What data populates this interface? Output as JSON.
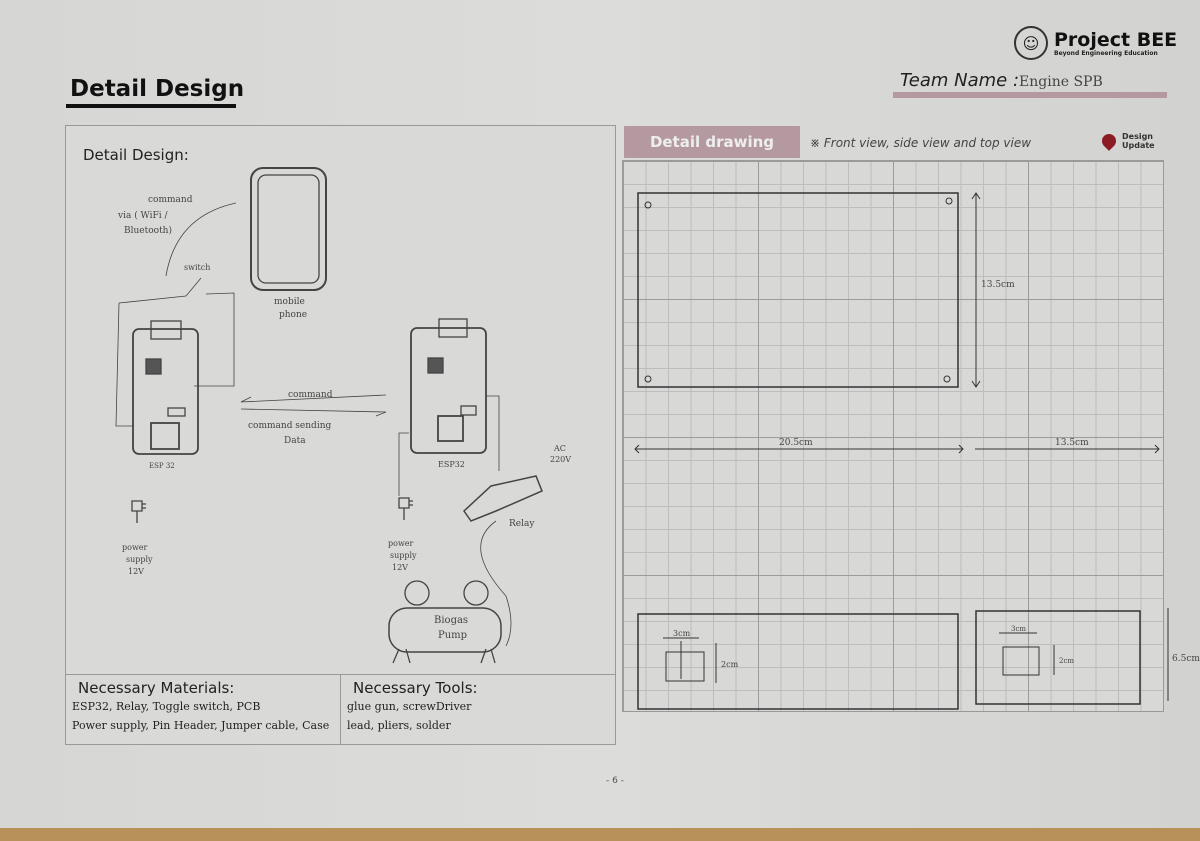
{
  "header": {
    "title": "Detail Design",
    "logo_name": "Project BEE",
    "logo_sub": "Beyond Engineering Education",
    "team_label": "Team Name :",
    "team_value": "Engine SPB"
  },
  "left": {
    "title": "Detail Design:",
    "labels": {
      "command_top": "command",
      "via1": "via ( WiFi /",
      "via2": "Bluetooth)",
      "switch": "switch",
      "mobile1": "mobile",
      "mobile2": "phone",
      "command_mid": "command",
      "sending1": "command sending",
      "sending2": "Data",
      "esp_left": "ESP 32",
      "esp_right": "ESP32",
      "ac1": "AC",
      "ac2": "220V",
      "relay": "Relay",
      "ps1": "power",
      "ps2": "supply",
      "ps3": "12V",
      "pump1": "Biogas",
      "pump2": "Pump"
    },
    "materials": {
      "heading": "Necessary Materials:",
      "line1": "ESP32, Relay, Toggle switch, PCB",
      "line2": "Power supply, Pin Header, Jumper cable, Case"
    },
    "tools": {
      "heading": "Necessary Tools:",
      "line1": "glue gun, screwDriver",
      "line2": "lead, pliers, solder"
    }
  },
  "right": {
    "tab": "Detail drawing",
    "note": "※ Front view, side view and top view",
    "badge1": "Design",
    "badge2": "Update",
    "dims": {
      "height": "13.5cm",
      "width": "20.5cm",
      "depth": "13.5cm",
      "hole_w1": "3cm",
      "hole_h1": "2cm",
      "hole_w2": "3cm",
      "hole_h2": "2cm",
      "side_h": "6.5cm"
    }
  },
  "page_number": "- 6 -",
  "colors": {
    "accent": "#b49aa0",
    "pin": "#8c1c24"
  }
}
